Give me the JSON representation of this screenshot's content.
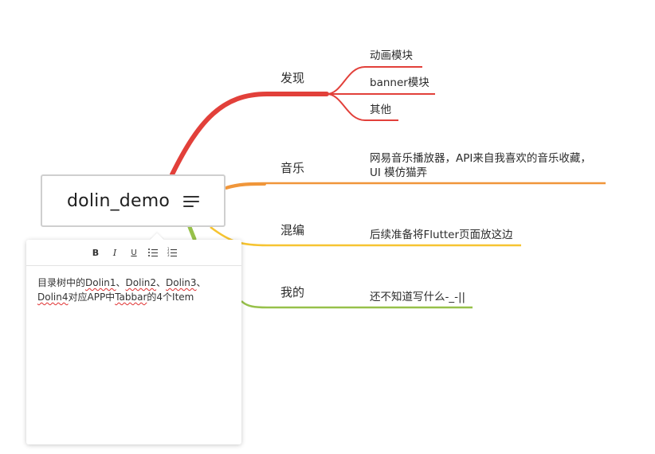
{
  "root": {
    "title": "dolin_demo",
    "note_icon": "note-lines-icon"
  },
  "colors": {
    "branch_faxian": "#e2403a",
    "branch_yinyue": "#f0963a",
    "branch_hunbian": "#f6c431",
    "branch_wode": "#97c14a",
    "root_border": "#cfcfcf"
  },
  "branches": [
    {
      "topic": "发现",
      "children": [
        "动画模块",
        "banner模块",
        "其他"
      ]
    },
    {
      "topic": "音乐",
      "children": [
        "网易音乐播放器，API来自我喜欢的音乐收藏，",
        "UI 模仿猫弄"
      ]
    },
    {
      "topic": "混编",
      "children": [
        "后续准备将Flutter页面放这边"
      ]
    },
    {
      "topic": "我的",
      "children": [
        "还不知道写什么-_-||"
      ]
    }
  ],
  "note_panel": {
    "toolbar": {
      "bold": "B",
      "italic": "I",
      "underline": "U",
      "bullet_list_icon": "bullet-list-icon",
      "numbered_list_icon": "numbered-list-icon"
    },
    "body": {
      "p1": "目录树中的",
      "w1": "Dolin1",
      "s1": "、",
      "w2": "Dolin2",
      "s2": "、",
      "w3": "Dolin3",
      "s3": "、",
      "w4": "Dolin4",
      "p2": "对应APP中",
      "w5": "Tabbar",
      "p3": "的4个Item"
    }
  }
}
